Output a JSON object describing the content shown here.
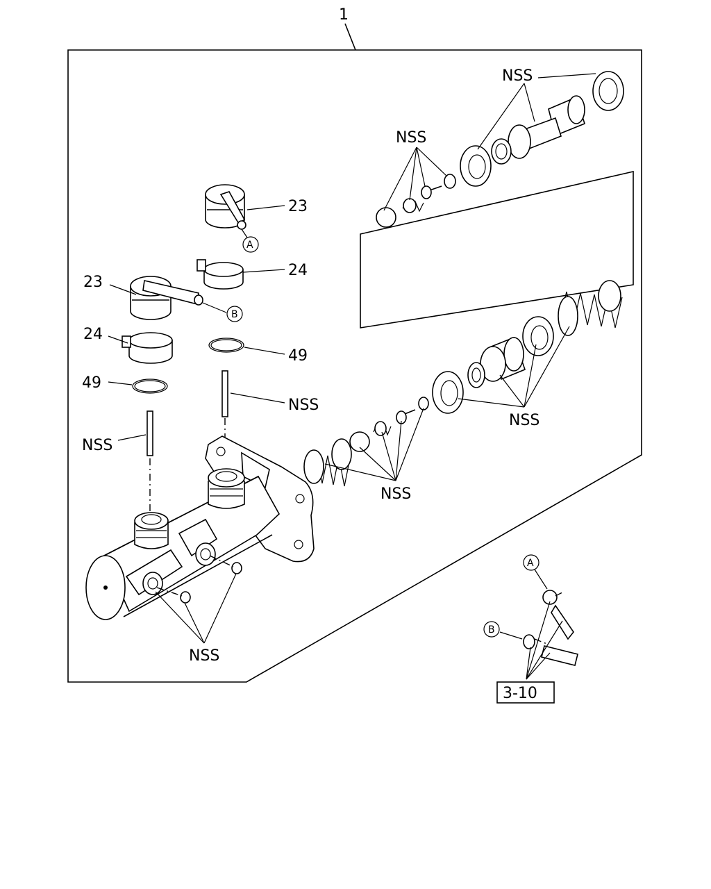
{
  "callouts": {
    "assembly": "1",
    "nss": "NSS",
    "part_23": "23",
    "part_24": "24",
    "part_49": "49",
    "ref_a": "A",
    "ref_b": "B",
    "ref_page": "3-10"
  }
}
